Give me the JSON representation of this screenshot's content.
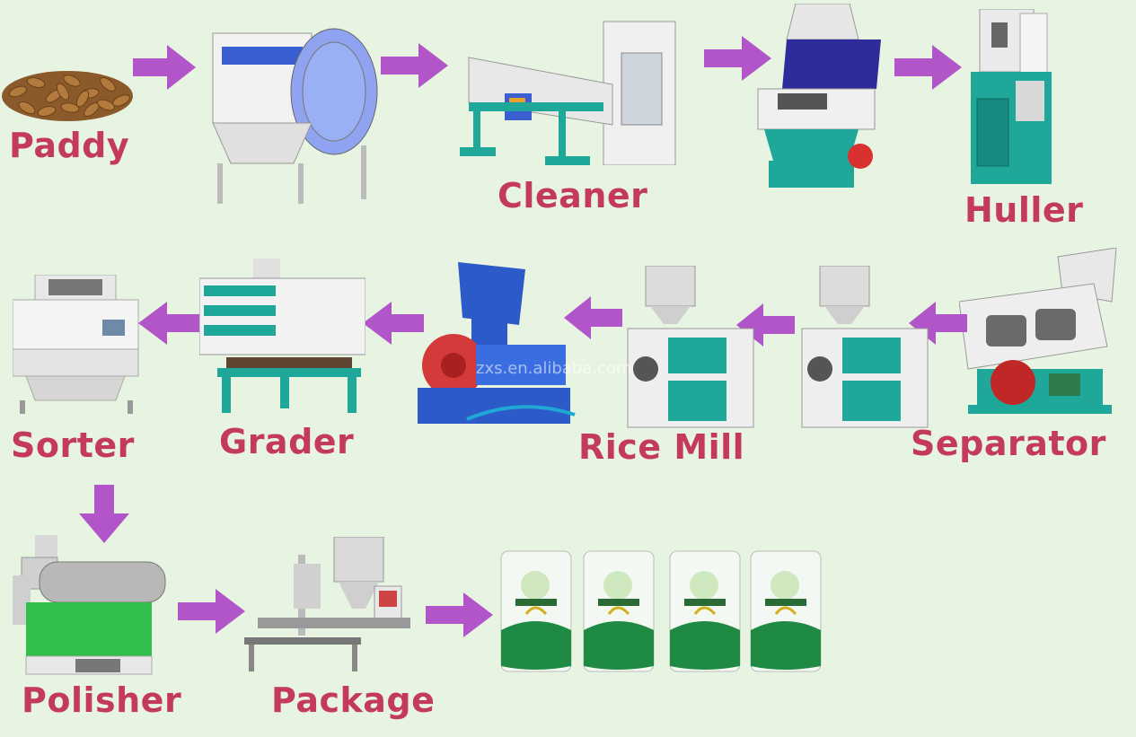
{
  "steps": [
    {
      "label": "Paddy"
    },
    {
      "label": "Cleaner"
    },
    {
      "label": "Huller"
    },
    {
      "label": "Separator"
    },
    {
      "label": "Rice Mill"
    },
    {
      "label": "Grader"
    },
    {
      "label": "Sorter"
    },
    {
      "label": "Polisher"
    },
    {
      "label": "Package"
    }
  ],
  "colors": {
    "label": "#c43a5c",
    "arrow": "#b155c9",
    "background": "#e8f4e2",
    "machine_teal": "#1fa89a",
    "machine_white": "#f2f2f2",
    "machine_blue": "#3a5fd0",
    "bag_green": "#1f8a43"
  },
  "icons": [
    "paddy-grains-icon",
    "arrow-right-icon",
    "arrow-left-icon",
    "arrow-down-icon"
  ],
  "watermark": "zxs.en.alibaba.com"
}
